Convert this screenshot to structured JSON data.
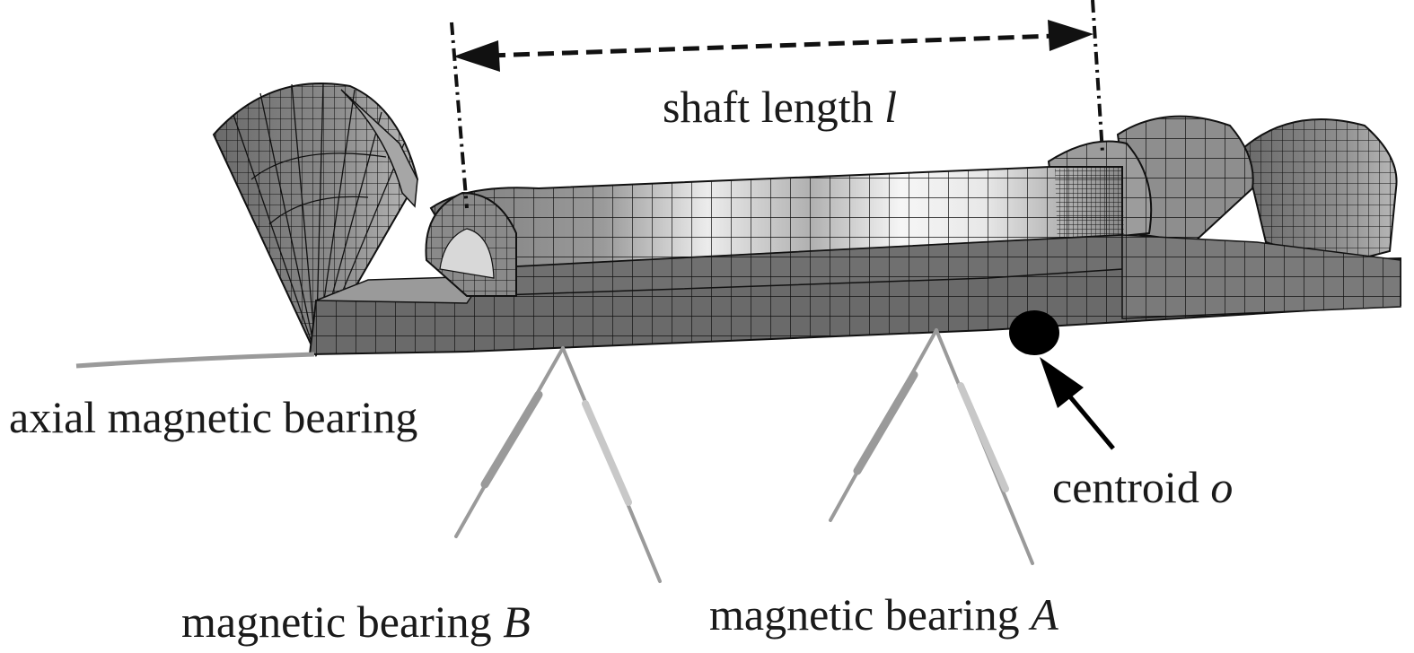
{
  "labels": {
    "shaft_length": {
      "text": "shaft length ",
      "symbol": "l"
    },
    "axial_bearing": {
      "text": "axial magnetic bearing"
    },
    "centroid": {
      "text": "centroid ",
      "symbol": "o"
    },
    "bearing_b": {
      "text": "magnetic bearing ",
      "symbol": "B"
    },
    "bearing_a": {
      "text": "magnetic bearing ",
      "symbol": "A"
    }
  },
  "colors": {
    "mesh_dark": "#5a5a5a",
    "mesh_mid": "#888888",
    "mesh_light": "#f2f2f2",
    "grid_line": "#111111",
    "annotation": "#111111",
    "support": "#9a9a9a"
  }
}
